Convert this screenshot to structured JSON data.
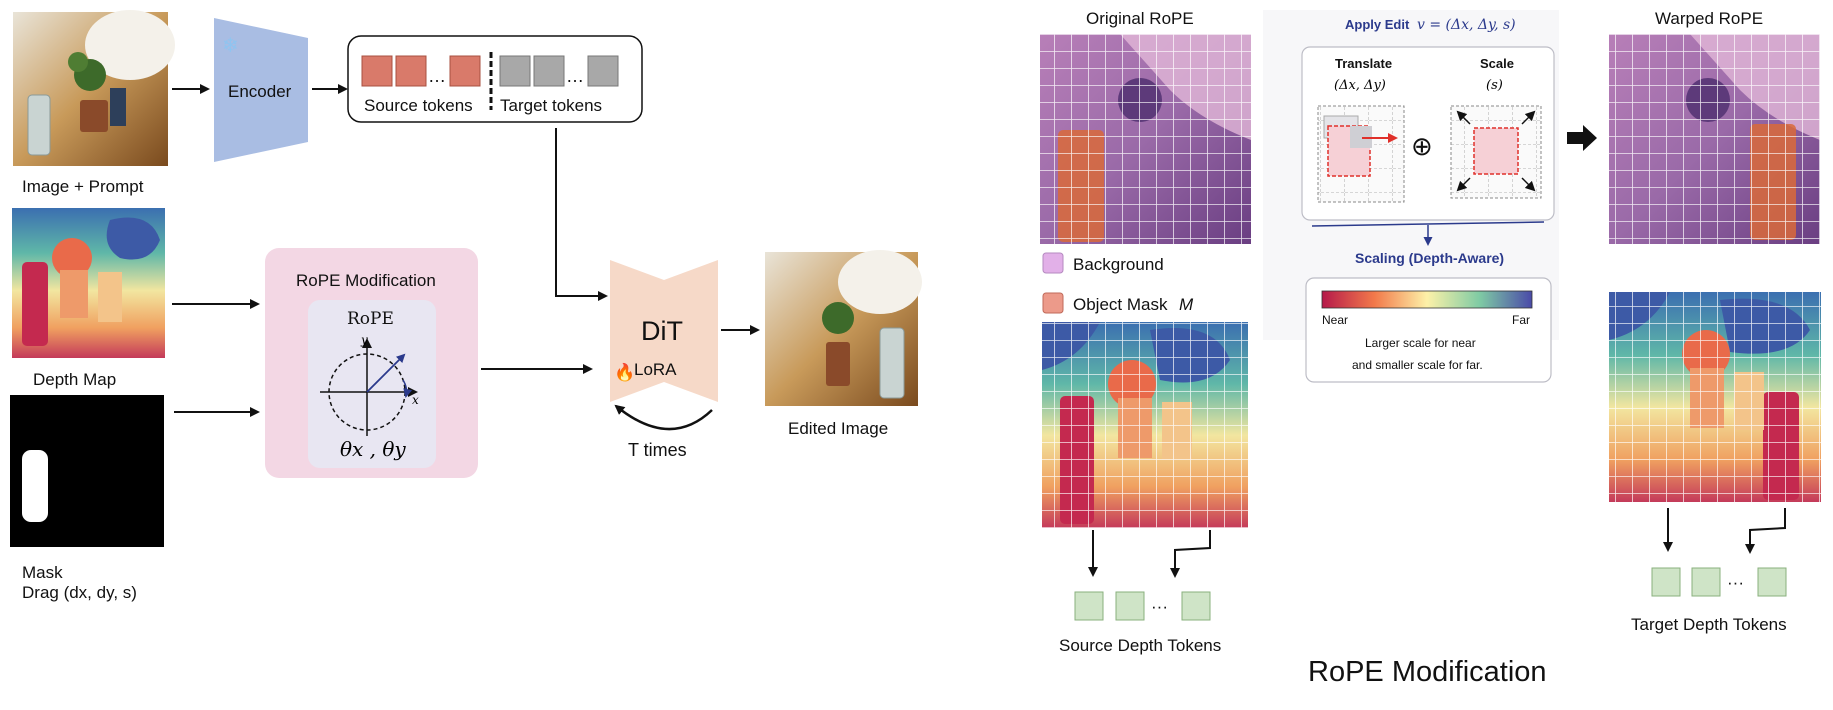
{
  "left": {
    "image_prompt_label": "Image + Prompt",
    "encoder_label": "Encoder",
    "snow_glyph": "❄",
    "source_tokens_label": "Source tokens",
    "target_tokens_label": "Target tokens",
    "ellipsis": "…",
    "depth_map_label": "Depth Map",
    "mask_label": "Mask",
    "drag_label": "Drag (dx, dy, s)",
    "rope_box_title": "RoPE Modification",
    "rope_inner_title": "RoPE",
    "axis_y": "y",
    "axis_x": "x",
    "theta_label": "θx , θy",
    "dit_label": "DiT",
    "fire_glyph": "🔥",
    "lora_label": "LoRA",
    "t_times_label": "T times",
    "edited_image_label": "Edited Image"
  },
  "right": {
    "original_rope_label": "Original RoPE",
    "warped_rope_label": "Warped RoPE",
    "apply_edit_label": "Apply Edit",
    "apply_edit_formula": "v = (Δx, Δy, s)",
    "translate_label": "Translate",
    "translate_params": "(Δx, Δy)",
    "scale_label": "Scale",
    "scale_params": "(s)",
    "oplus": "⊕",
    "scaling_label": "Scaling (Depth-Aware)",
    "near_label": "Near",
    "far_label": "Far",
    "scale_note_1": "Larger scale for near",
    "scale_note_2": "and smaller scale for far.",
    "background_legend": "Background",
    "object_mask_legend": "Object Mask",
    "object_mask_symbol": "M",
    "source_depth_tokens_label": "Source Depth Tokens",
    "target_depth_tokens_label": "Target Depth Tokens",
    "dots": "···",
    "section_title": "RoPE Modification"
  },
  "colors": {
    "encoder": "#a9bde3",
    "source_token": "#d97a6a",
    "target_token": "#a8a8a8",
    "rope_box": "#f3d7e4",
    "dit": "#f6d9c8",
    "depth_token": "#cfe4c7",
    "navy": "#2b3a8c"
  }
}
